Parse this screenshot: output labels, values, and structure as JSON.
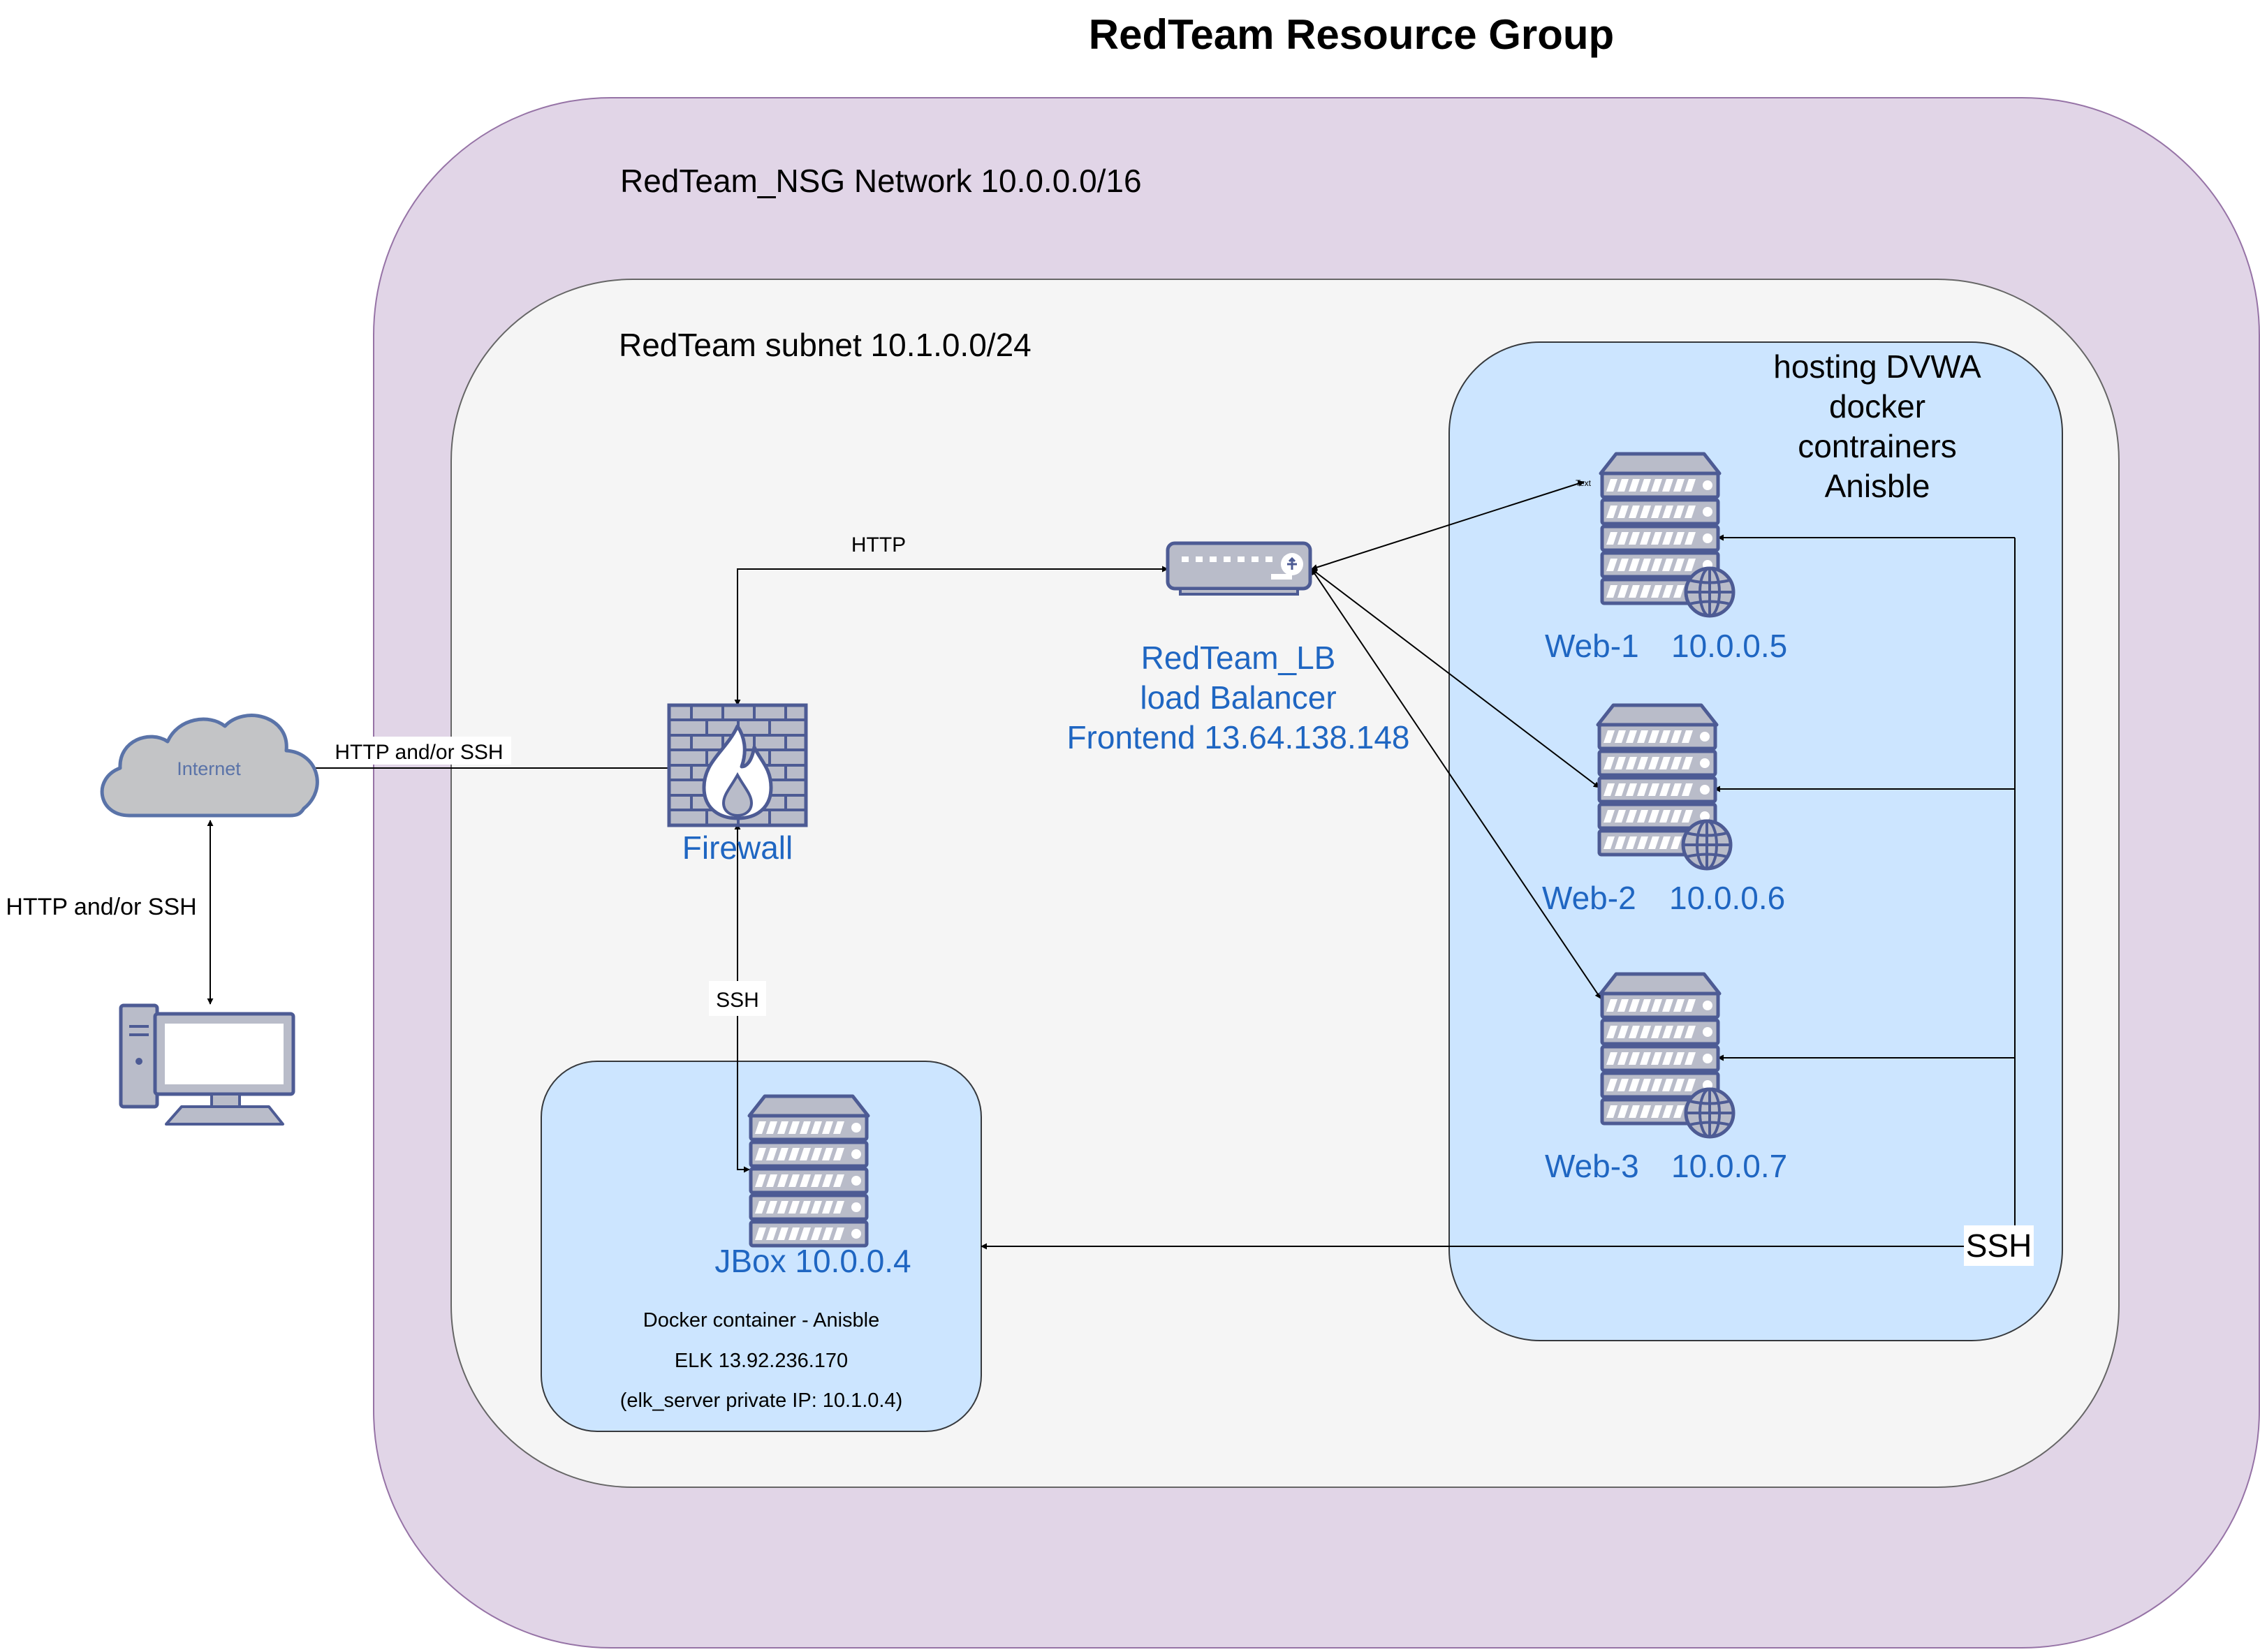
{
  "title": "RedTeam Resource Group",
  "network": {
    "label": "RedTeam_NSG Network  10.0.0.0/16"
  },
  "subnet": {
    "label": "RedTeam subnet 10.1.0.0/24"
  },
  "web_group": {
    "lines": [
      "hosting DVWA",
      "docker",
      "contrainers",
      "Anisble"
    ]
  },
  "internet": {
    "label": "Internet"
  },
  "firewall": {
    "label": "Firewall"
  },
  "load_balancer": {
    "lines": [
      "RedTeam_LB",
      "load Balancer",
      "Frontend 13.64.138.148"
    ]
  },
  "servers": {
    "web1": {
      "name": "Web-1",
      "ip": "10.0.0.5"
    },
    "web2": {
      "name": "Web-2",
      "ip": "10.0.0.6"
    },
    "web3": {
      "name": "Web-3",
      "ip": "10.0.0.7"
    }
  },
  "jbox": {
    "label": "JBox  10.0.0.4",
    "details": [
      "Docker container - Anisble",
      "ELK 13.92.236.170",
      "(elk_server private IP: 10.1.0.4)"
    ]
  },
  "edges": {
    "http_fw_lb": "HTTP",
    "internet_fw": "HTTP and/or  SSH",
    "pc_internet": "HTTP and/or SSH",
    "jbox_fw": "SSH",
    "ssh_webs": "SSH",
    "stray_text": "Text"
  },
  "colors": {
    "resource_group": "#e1d5e7",
    "subnet": "#f5f5f5",
    "server_group": "#cce5ff",
    "label_blue": "#1f66c2",
    "icon_fill": "#b9bcc9",
    "icon_stroke": "#4d5b94",
    "cloud_fill": "#c3c4c6",
    "cloud_stroke": "#5a73a8"
  }
}
